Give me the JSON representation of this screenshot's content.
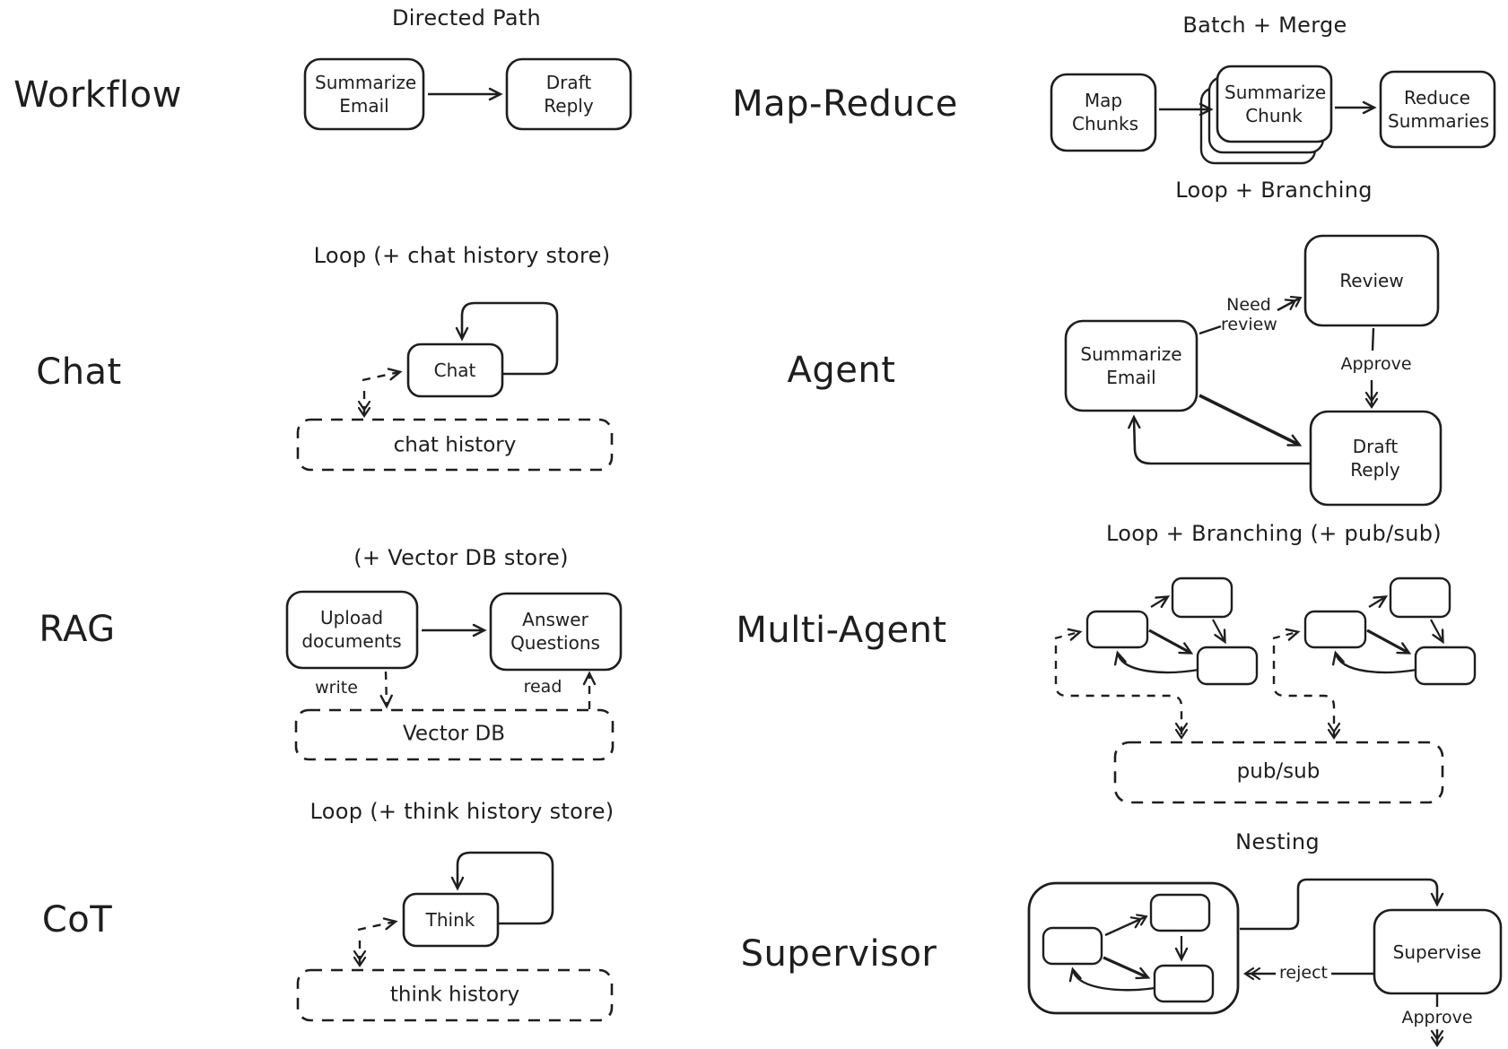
{
  "palette": {
    "ink": "#1e1e1e",
    "bg": "#ffffff"
  },
  "sections": {
    "workflow": {
      "label": "Workflow",
      "title": "Directed Path",
      "nodes": {
        "summarize_email": "Summarize Email",
        "draft_reply": "Draft Reply"
      }
    },
    "map_reduce": {
      "label": "Map-Reduce",
      "title": "Batch + Merge",
      "nodes": {
        "map_chunks": "Map Chunks",
        "summarize_chunk": "Summarize Chunk",
        "reduce_summaries": "Reduce Summaries"
      }
    },
    "chat": {
      "label": "Chat",
      "title": "Loop (+ chat history store)",
      "nodes": {
        "chat": "Chat",
        "chat_history": "chat history"
      }
    },
    "agent": {
      "label": "Agent",
      "title": "Loop + Branching",
      "nodes": {
        "summarize_email": "Summarize Email",
        "review": "Review",
        "draft_reply": "Draft Reply"
      },
      "edges": {
        "need_review": "Need review",
        "approve": "Approve"
      }
    },
    "rag": {
      "label": "RAG",
      "title": "(+ Vector DB store)",
      "nodes": {
        "upload_documents": "Upload documents",
        "answer_questions": "Answer Questions",
        "vector_db": "Vector DB"
      },
      "edges": {
        "write": "write",
        "read": "read"
      }
    },
    "multi_agent": {
      "label": "Multi-Agent",
      "title": "Loop + Branching (+ pub/sub)",
      "nodes": {
        "pub_sub": "pub/sub"
      }
    },
    "cot": {
      "label": "CoT",
      "title": "Loop (+ think history store)",
      "nodes": {
        "think": "Think",
        "think_history": "think history"
      }
    },
    "supervisor": {
      "label": "Supervisor",
      "title": "Nesting",
      "nodes": {
        "supervise": "Supervise"
      },
      "edges": {
        "reject": "reject",
        "approve": "Approve"
      }
    }
  }
}
